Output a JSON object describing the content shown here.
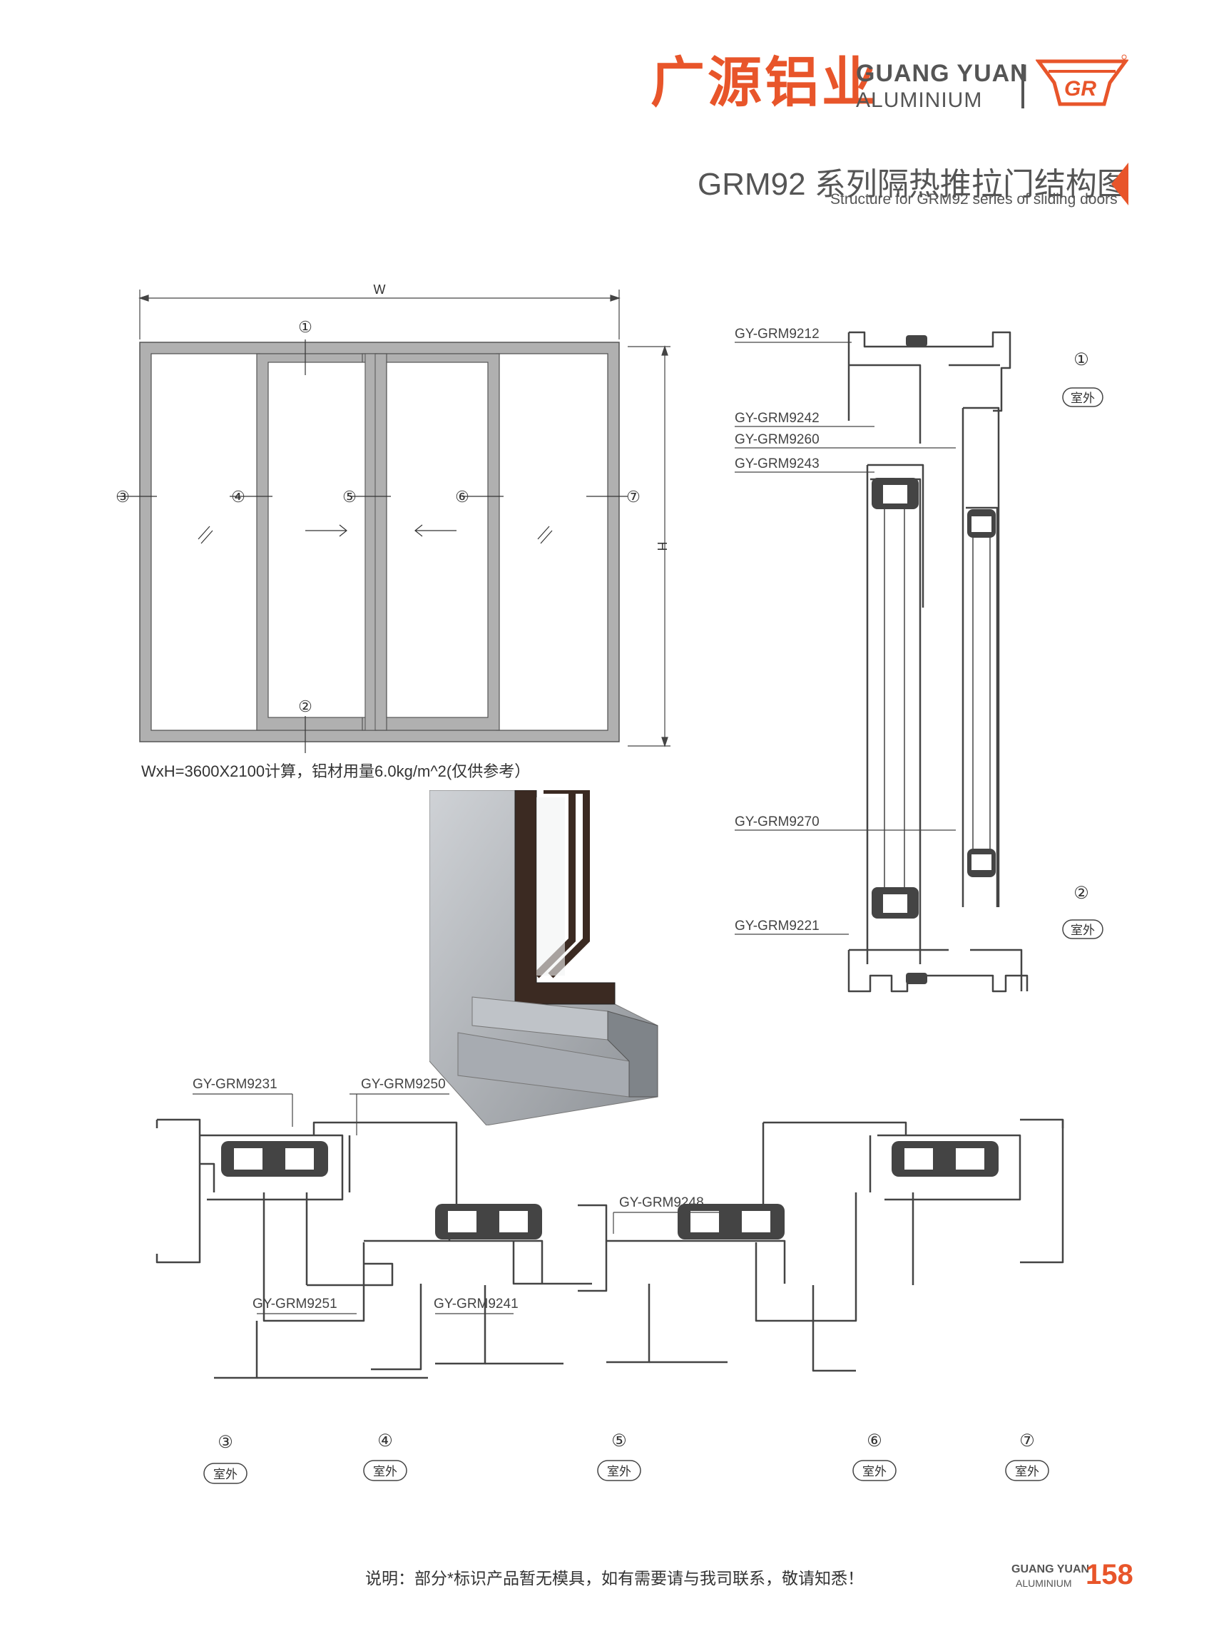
{
  "header": {
    "brand_cn": "广源铝业",
    "brand_en_line1": "GUANG YUAN",
    "brand_en_line2": "ALUMINIUM",
    "title": "GRM92 系列隔热推拉门结构图",
    "subtitle": "Structure for GRM92 series of sliding doors",
    "accent_color": "#e8552a"
  },
  "elevation": {
    "width_label": "W",
    "height_label": "H",
    "markers": [
      "①",
      "②",
      "③",
      "④",
      "⑤",
      "⑥",
      "⑦"
    ],
    "calc_note": "WxH=3600X2100计算，铝材用量6.0kg/m^2(仅供参考）"
  },
  "vertical_section": {
    "labels": [
      "GY-GRM9212",
      "GY-GRM9242",
      "GY-GRM9260",
      "GY-GRM9243",
      "GY-GRM9270",
      "GY-GRM9221"
    ],
    "marker_top": "①",
    "marker_bottom": "②",
    "exterior_label": "室外"
  },
  "horizontal_section": {
    "labels": [
      "GY-GRM9231",
      "GY-GRM9250",
      "GY-GRM9248",
      "GY-GRM9251",
      "GY-GRM9241"
    ],
    "markers": [
      "③",
      "④",
      "⑤",
      "⑥",
      "⑦"
    ],
    "exterior_label": "室外"
  },
  "footer": {
    "note": "说明：部分*标识产品暂无模具，如有需要请与我司联系，敬请知悉！",
    "brand_line1": "GUANG YUAN",
    "brand_line2": "ALUMINIUM",
    "page_number": "158"
  }
}
